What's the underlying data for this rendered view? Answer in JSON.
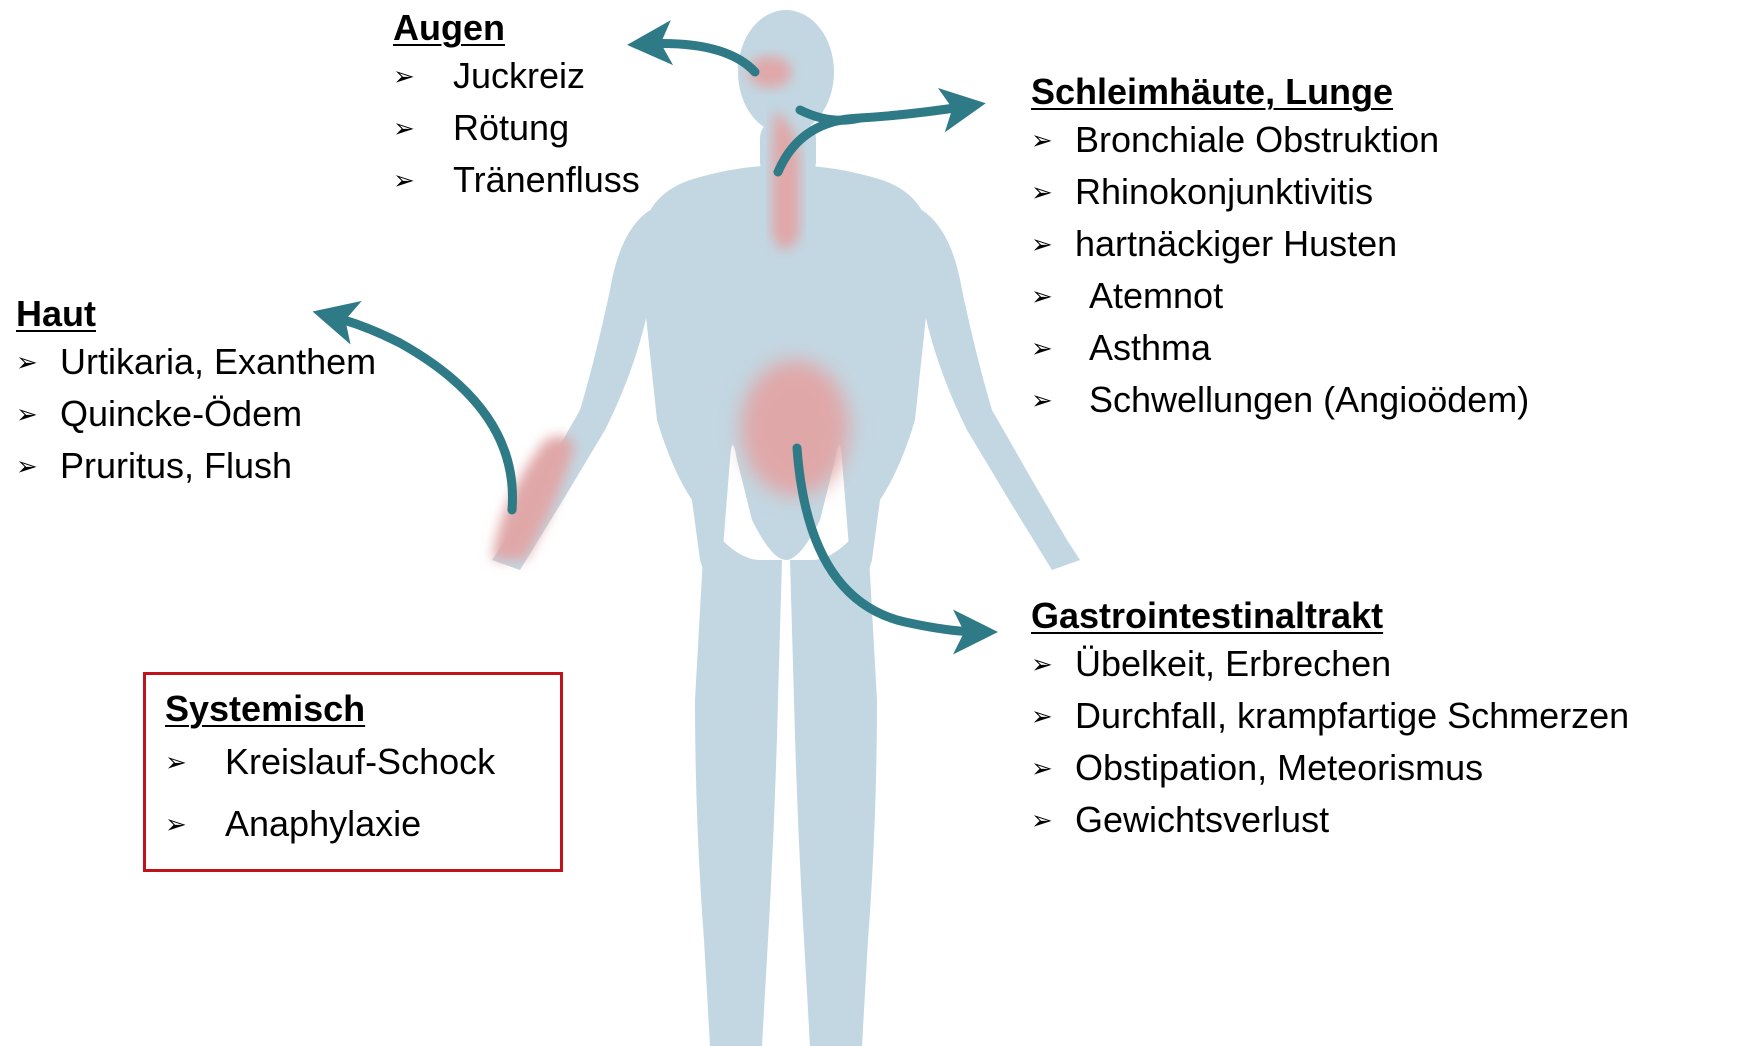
{
  "colors": {
    "body_fill": "#bcd3df",
    "highlight": "#e0a7a8",
    "arrow": "#2e7a86",
    "box_border": "#c0121b",
    "text": "#000000"
  },
  "bullet_glyph": "➢",
  "sections": {
    "augen": {
      "heading": "Augen",
      "items": [
        "Juckreiz",
        "Rötung",
        "Tränenfluss"
      ]
    },
    "schleimhaeute_lunge": {
      "heading": "Schleimhäute, Lunge",
      "items": [
        "Bronchiale Obstruktion",
        "Rhinokonjunktivitis",
        "hartnäckiger Husten",
        "Atemnot",
        "Asthma",
        "Schwellungen (Angioödem)"
      ]
    },
    "haut": {
      "heading": "Haut",
      "items": [
        "Urtikaria, Exanthem",
        "Quincke-Ödem",
        "Pruritus, Flush"
      ]
    },
    "gastrointestinaltrakt": {
      "heading": "Gastrointestinaltrakt",
      "items": [
        "Übelkeit, Erbrechen",
        "Durchfall, krampfartige Schmerzen",
        "Obstipation, Meteorismus",
        "Gewichtsverlust"
      ]
    },
    "systemisch": {
      "heading": "Systemisch",
      "items": [
        "Kreislauf-Schock",
        "Anaphylaxie"
      ]
    }
  }
}
